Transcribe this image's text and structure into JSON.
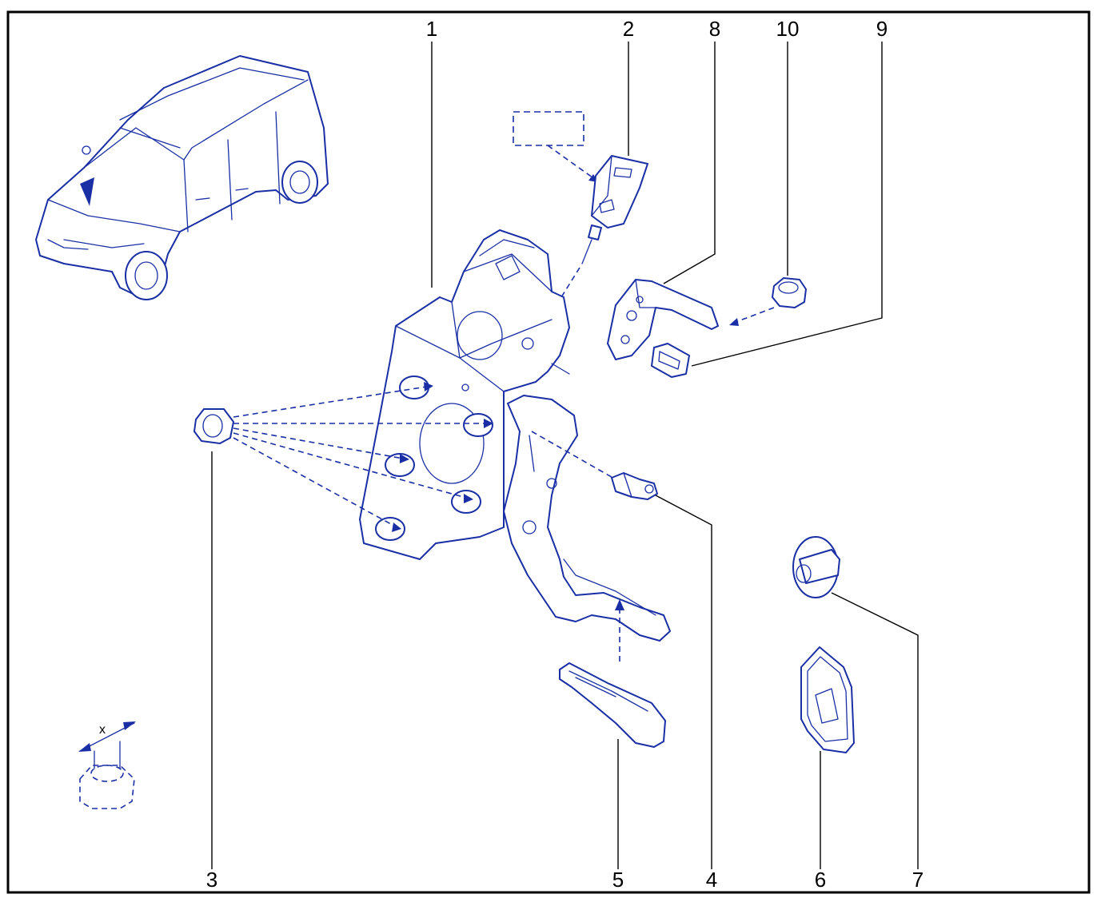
{
  "diagram": {
    "callouts": [
      {
        "id": "c1",
        "label": "1"
      },
      {
        "id": "c2",
        "label": "2"
      },
      {
        "id": "c8",
        "label": "8"
      },
      {
        "id": "c10",
        "label": "10"
      },
      {
        "id": "c9",
        "label": "9"
      },
      {
        "id": "c3",
        "label": "3"
      },
      {
        "id": "c5",
        "label": "5"
      },
      {
        "id": "c4",
        "label": "4"
      },
      {
        "id": "c6",
        "label": "6"
      },
      {
        "id": "c7",
        "label": "7"
      }
    ],
    "dimension_label": "x",
    "colors": {
      "line": "#1a2fa6",
      "frame": "#000000",
      "background": "#ffffff"
    }
  }
}
